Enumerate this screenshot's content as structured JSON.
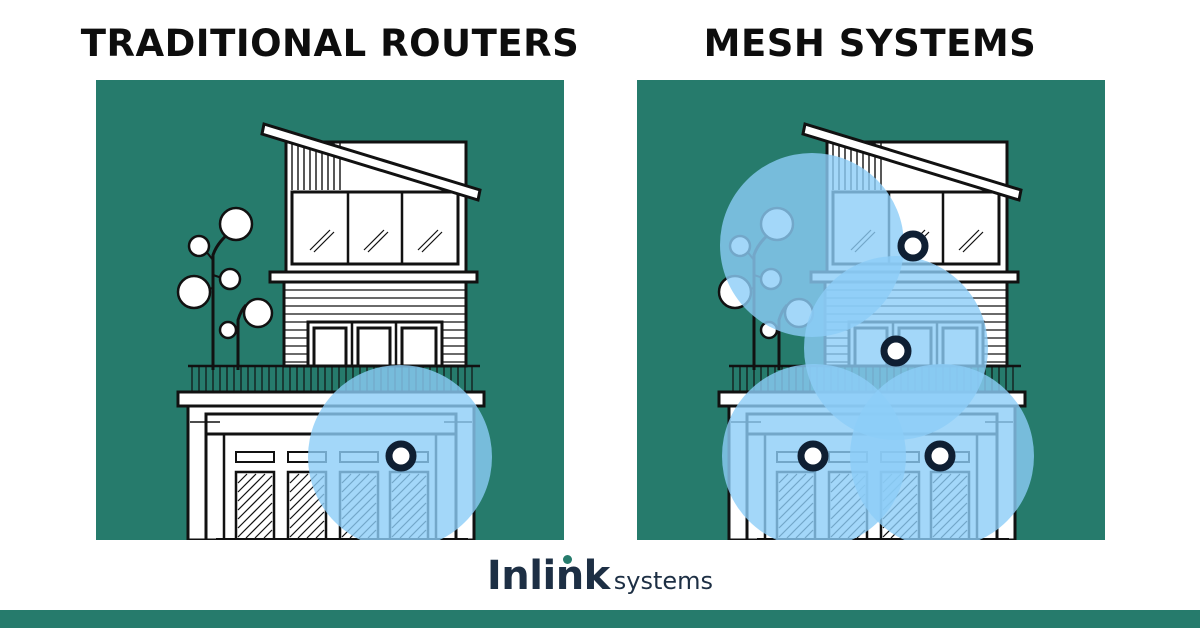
{
  "headings": {
    "left": "TRADITIONAL ROUTERS",
    "right": "MESH SYSTEMS"
  },
  "logo": {
    "brand": "Inlink",
    "sub": "systems"
  },
  "colors": {
    "panel": "#267b6c",
    "coverage": "#8ccdf8",
    "node": "#0f1f33",
    "text": "#0d0d0d",
    "brand": "#1d2f44"
  },
  "icons": [
    "house-illustration",
    "tree-illustration",
    "wifi-node-icon",
    "coverage-circle"
  ]
}
